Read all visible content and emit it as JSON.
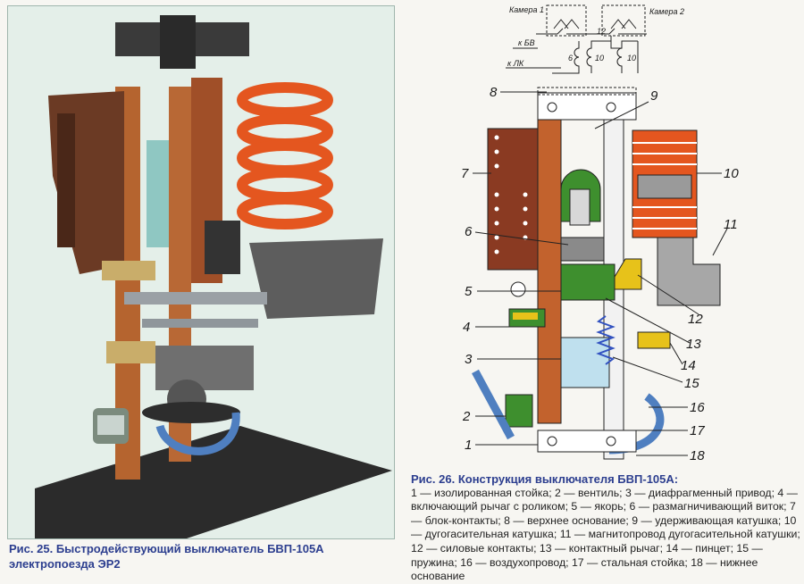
{
  "left_caption": {
    "label": "Рис. 25.",
    "text": "Быстродействующий выключатель БВП-105А электропоезда ЭР2"
  },
  "right_caption": {
    "label": "Рис. 26.",
    "title": "Конструкция выключателя БВП-105А:",
    "legend": "1 — изолированная стойка; 2 — вентиль; 3 — диафрагменный привод; 4 — включающий рычаг с роликом; 5 — якорь; 6 — размагничивающий виток; 7 — блок-контакты; 8 — верхнее основание; 9 — удерживающая катушка; 10 — дугогасительная катушка; 11 — магнитопровод дугогасительной катушки; 12 — силовые контакты; 13 — контактный рычаг; 14 — пинцет; 15 — пружина; 16 — воздухопровод; 17 — стальная стойка; 18 — нижнее основание"
  },
  "schematic": {
    "camera1": "Камера 1",
    "camera2": "Камера 2",
    "to_bv": "к БВ",
    "to_lk": "к ЛК",
    "n6": "6",
    "n10a": "10",
    "n10b": "10",
    "n12": "12"
  },
  "callouts": {
    "c1": "1",
    "c2": "2",
    "c3": "3",
    "c4": "4",
    "c5": "5",
    "c6": "6",
    "c7": "7",
    "c8": "8",
    "c9": "9",
    "c10": "10",
    "c11": "11",
    "c12": "12",
    "c13": "13",
    "c14": "14",
    "c15": "15",
    "c16": "16",
    "c17": "17",
    "c18": "18"
  },
  "colors": {
    "caption_blue": "#2c3e8f",
    "copper": "#c2622d",
    "brown_block": "#8a3a22",
    "coil_orange": "#e4561f",
    "green_part": "#3e8f2e",
    "yellow_part": "#e7c21a",
    "blue_hose": "#4f7fc0",
    "steel": "#9a9a9a"
  }
}
